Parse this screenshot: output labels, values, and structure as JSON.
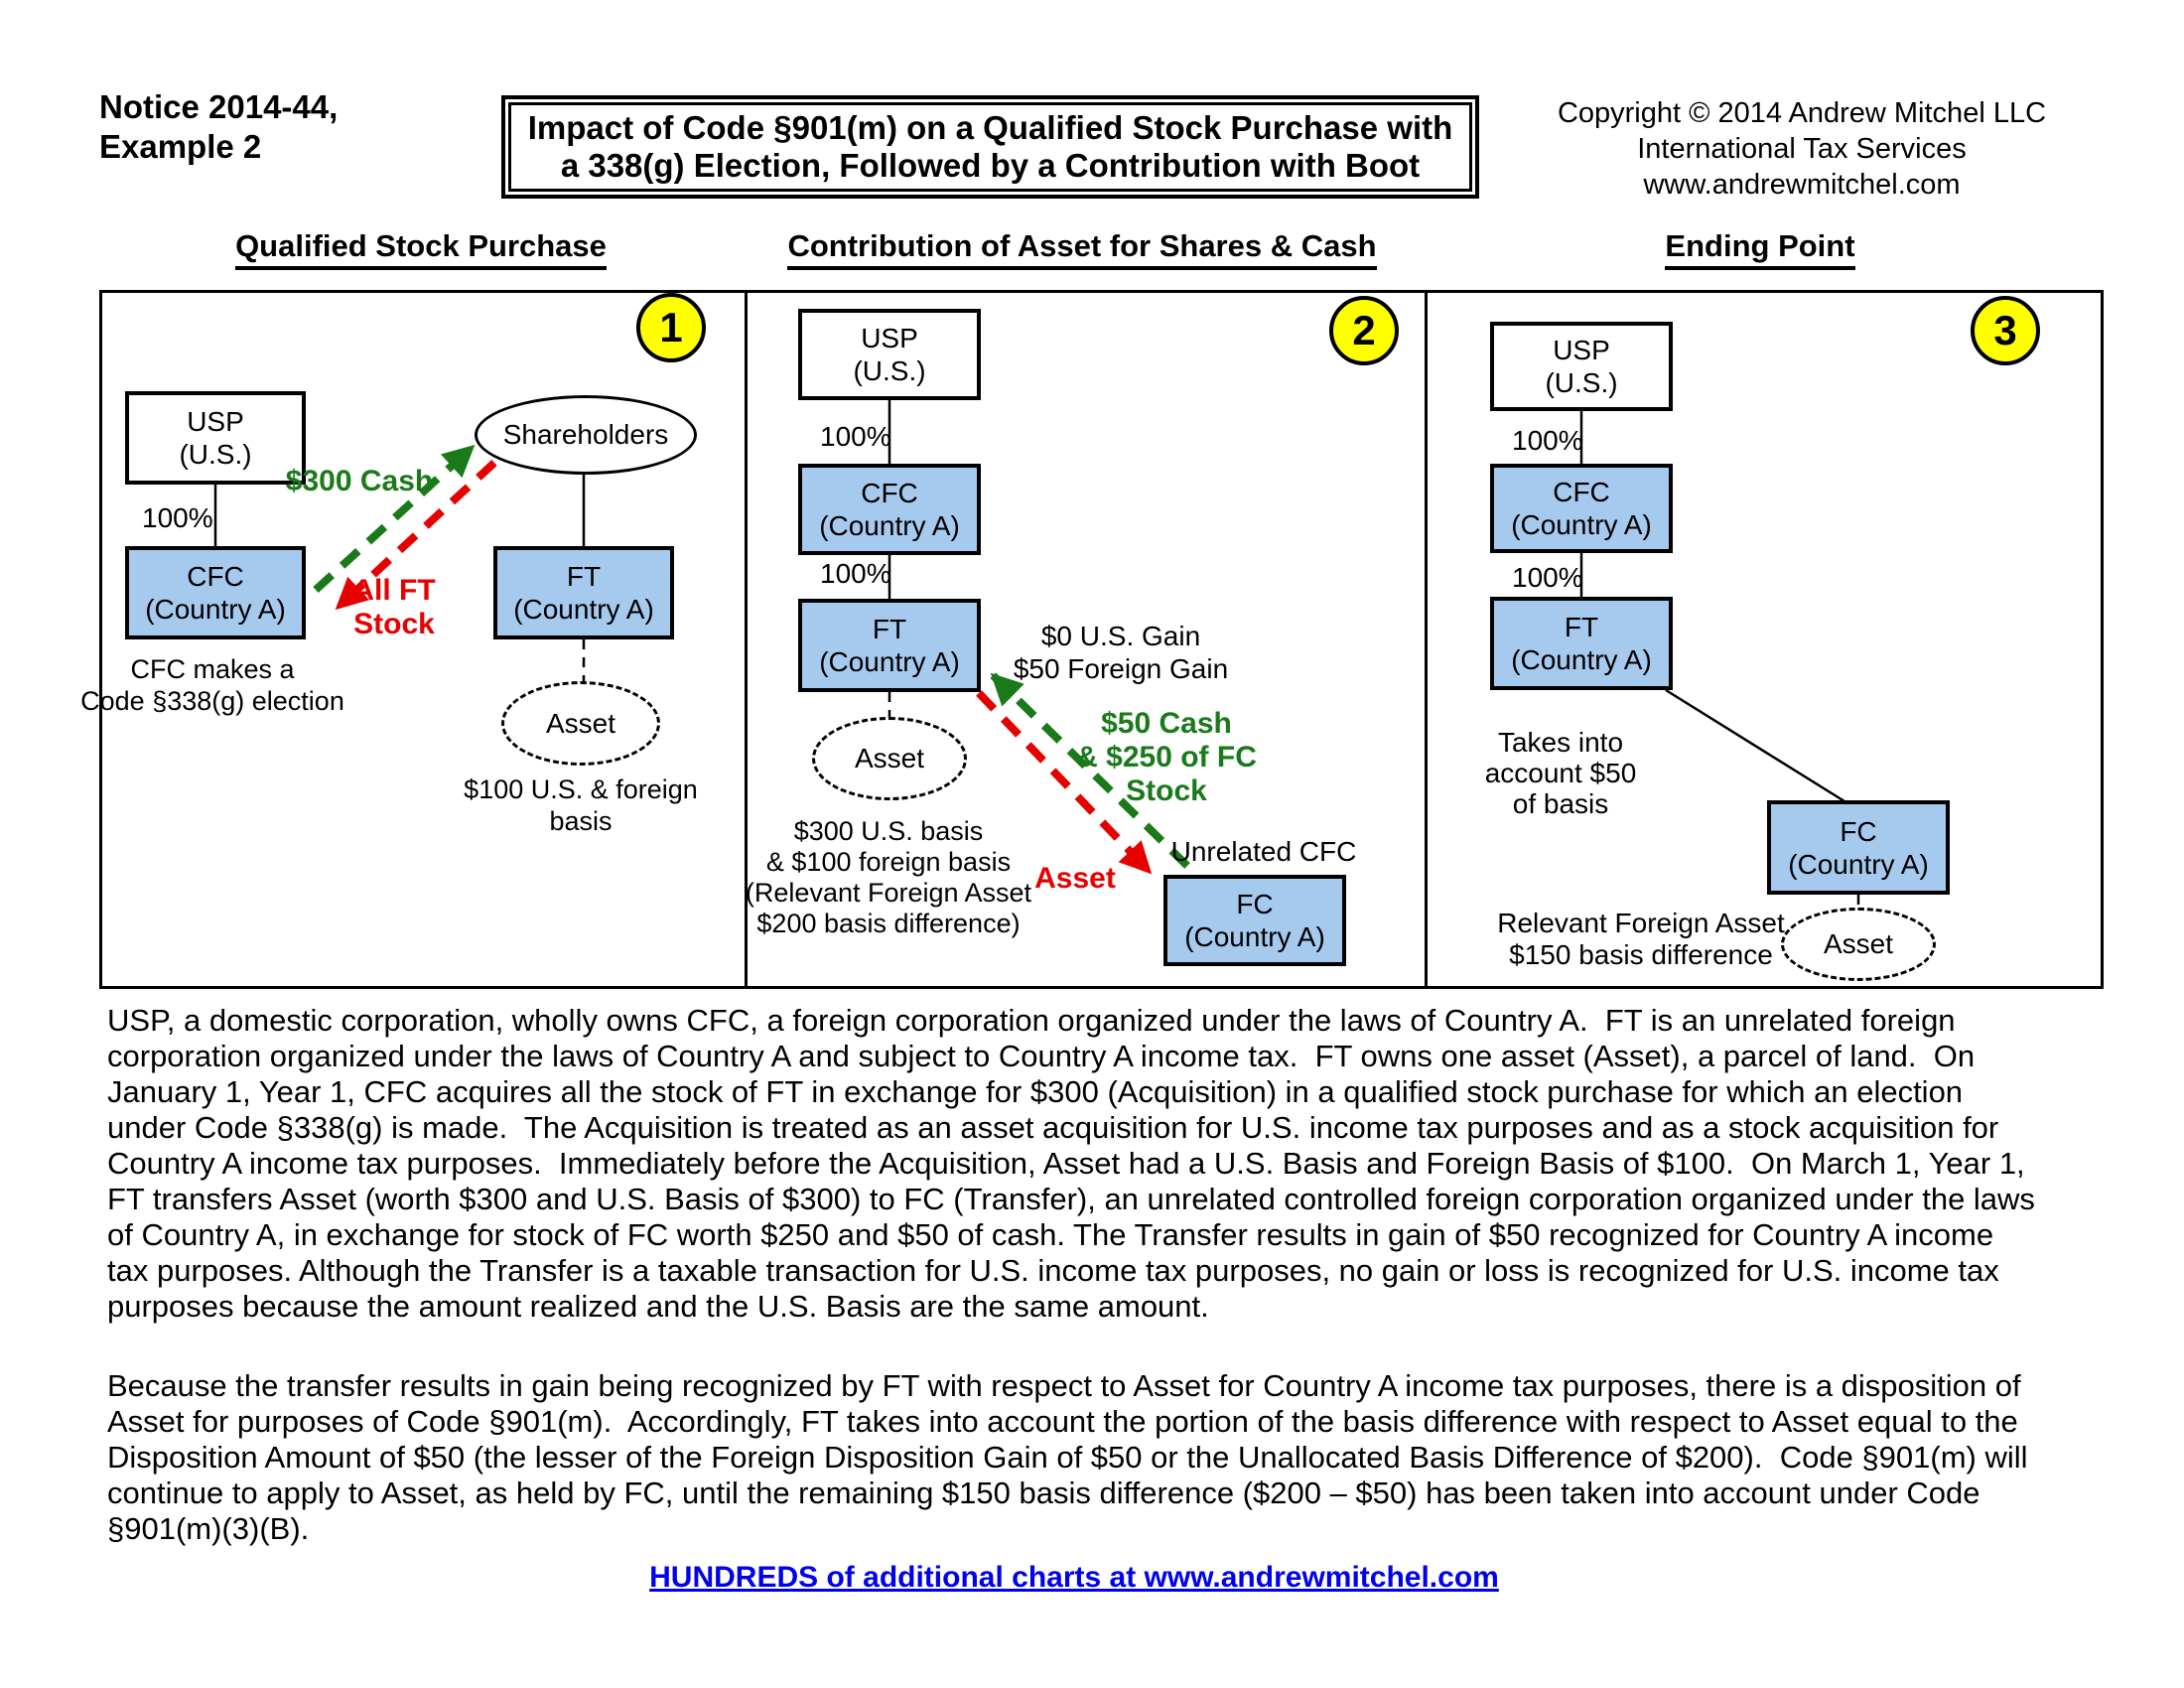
{
  "colors": {
    "box_blue": "#A6C9EE",
    "badge_yellow": "#FFFF00",
    "arrow_green": "#1a7a1a",
    "arrow_red": "#e60000",
    "link_blue": "#0000EE"
  },
  "header": {
    "notice": "Notice 2014-44,\nExample 2",
    "title": "Impact of Code §901(m) on a Qualified Stock Purchase with\na 338(g) Election, Followed by a Contribution with Boot",
    "copyright": "Copyright © 2014 Andrew Mitchel LLC\nInternational Tax Services\nwww.andrewmitchel.com"
  },
  "columns": {
    "c1": "Qualified Stock Purchase",
    "c2": "Contribution of Asset for Shares & Cash",
    "c3": "Ending Point"
  },
  "p1": {
    "badge": "1",
    "usp": "USP\n(U.S.)",
    "pct": "100%",
    "cfc": "CFC\n(Country A)",
    "shareholders": "Shareholders",
    "ft": "FT\n(Country A)",
    "asset": "Asset",
    "cash": "$300 Cash",
    "stock": "All FT\nStock",
    "election": "CFC makes a\nCode §338(g) election",
    "basis": "$100 U.S. & foreign basis"
  },
  "p2": {
    "badge": "2",
    "usp": "USP\n(U.S.)",
    "pct1": "100%",
    "pct2": "100%",
    "cfc": "CFC\n(Country A)",
    "ft": "FT\n(Country A)",
    "asset": "Asset",
    "gain": "$0 U.S. Gain\n$50 Foreign Gain",
    "consideration": "$50 Cash\n& $250 of FC\nStock",
    "asset_transfer": "Asset",
    "unrelated": "Unrelated CFC",
    "fc": "FC\n(Country A)",
    "basis": "$300 U.S. basis\n& $100 foreign basis\n(Relevant Foreign Asset\n$200 basis difference)"
  },
  "p3": {
    "badge": "3",
    "usp": "USP\n(U.S.)",
    "pct1": "100%",
    "pct2": "100%",
    "cfc": "CFC\n(Country A)",
    "ft": "FT\n(Country A)",
    "takes": "Takes into\naccount $50\nof basis",
    "fc": "FC\n(Country A)",
    "asset": "Asset",
    "rfa": "Relevant Foreign Asset\n$150 basis difference"
  },
  "body": {
    "paragraph1": "USP, a domestic corporation, wholly owns CFC, a foreign corporation organized under the laws of Country A.  FT is an unrelated foreign corporation organized under the laws of Country A and subject to Country A income tax.  FT owns one asset (Asset), a parcel of land.  On January 1, Year 1, CFC acquires all the stock of FT in exchange for $300 (Acquisition) in a qualified stock purchase for which an election under Code §338(g) is made.  The Acquisition is treated as an asset acquisition for U.S. income tax purposes and as a stock acquisition for Country A income tax purposes.  Immediately before the Acquisition, Asset had a U.S. Basis and Foreign Basis of $100.  On March 1, Year 1, FT transfers Asset (worth $300 and U.S. Basis of $300) to FC (Transfer), an unrelated controlled foreign corporation organized under the laws of Country A, in exchange for stock of FC worth $250 and $50 of cash. The Transfer results in gain of $50 recognized for Country A income tax purposes. Although the Transfer is a taxable transaction for U.S. income tax purposes, no gain or loss is recognized for U.S. income tax purposes because the amount realized and the U.S. Basis are the same amount.",
    "paragraph2": "Because the transfer results in gain being recognized by FT with respect to Asset for Country A income tax purposes, there is a disposition of Asset for purposes of Code §901(m).  Accordingly, FT takes into account the portion of the basis difference with respect to Asset equal to the Disposition Amount of $50 (the lesser of the Foreign Disposition Gain of $50 or the Unallocated Basis Difference of $200).  Code §901(m) will continue to apply to Asset, as held by FC, until the remaining $150 basis difference ($200 – $50) has been taken into account under Code §901(m)(3)(B)."
  },
  "footer": {
    "link": "HUNDREDS of additional charts at www.andrewmitchel.com"
  }
}
